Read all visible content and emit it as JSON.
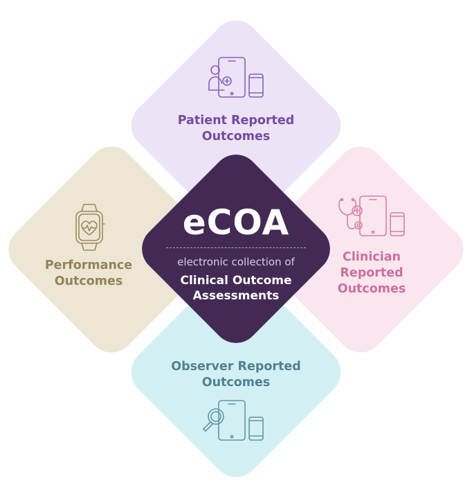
{
  "center": {
    "title": "eCOA",
    "subtitle": "electronic collection of",
    "bold_text": "Clinical Outcome\nAssessments"
  },
  "patient": {
    "label": "Patient Reported\nOutcomes",
    "icon": "tablet-phone-patient-icon",
    "color": "#744ba0",
    "bg": "#ece3f6"
  },
  "performance": {
    "label": "Performance\nOutcomes",
    "icon": "smartwatch-heart-icon",
    "color": "#958357",
    "bg": "#ede6d4"
  },
  "clinician": {
    "label": "Clinician\nReported\nOutcomes",
    "icon": "stethoscope-tablet-icon",
    "color": "#cc6f9c",
    "bg": "#fae6ee"
  },
  "observer": {
    "label": "Observer Reported\nOutcomes",
    "icon": "magnifier-tablet-icon",
    "color": "#4f8192",
    "bg": "#d2f0f4"
  },
  "colors": {
    "center": "#432a55"
  }
}
